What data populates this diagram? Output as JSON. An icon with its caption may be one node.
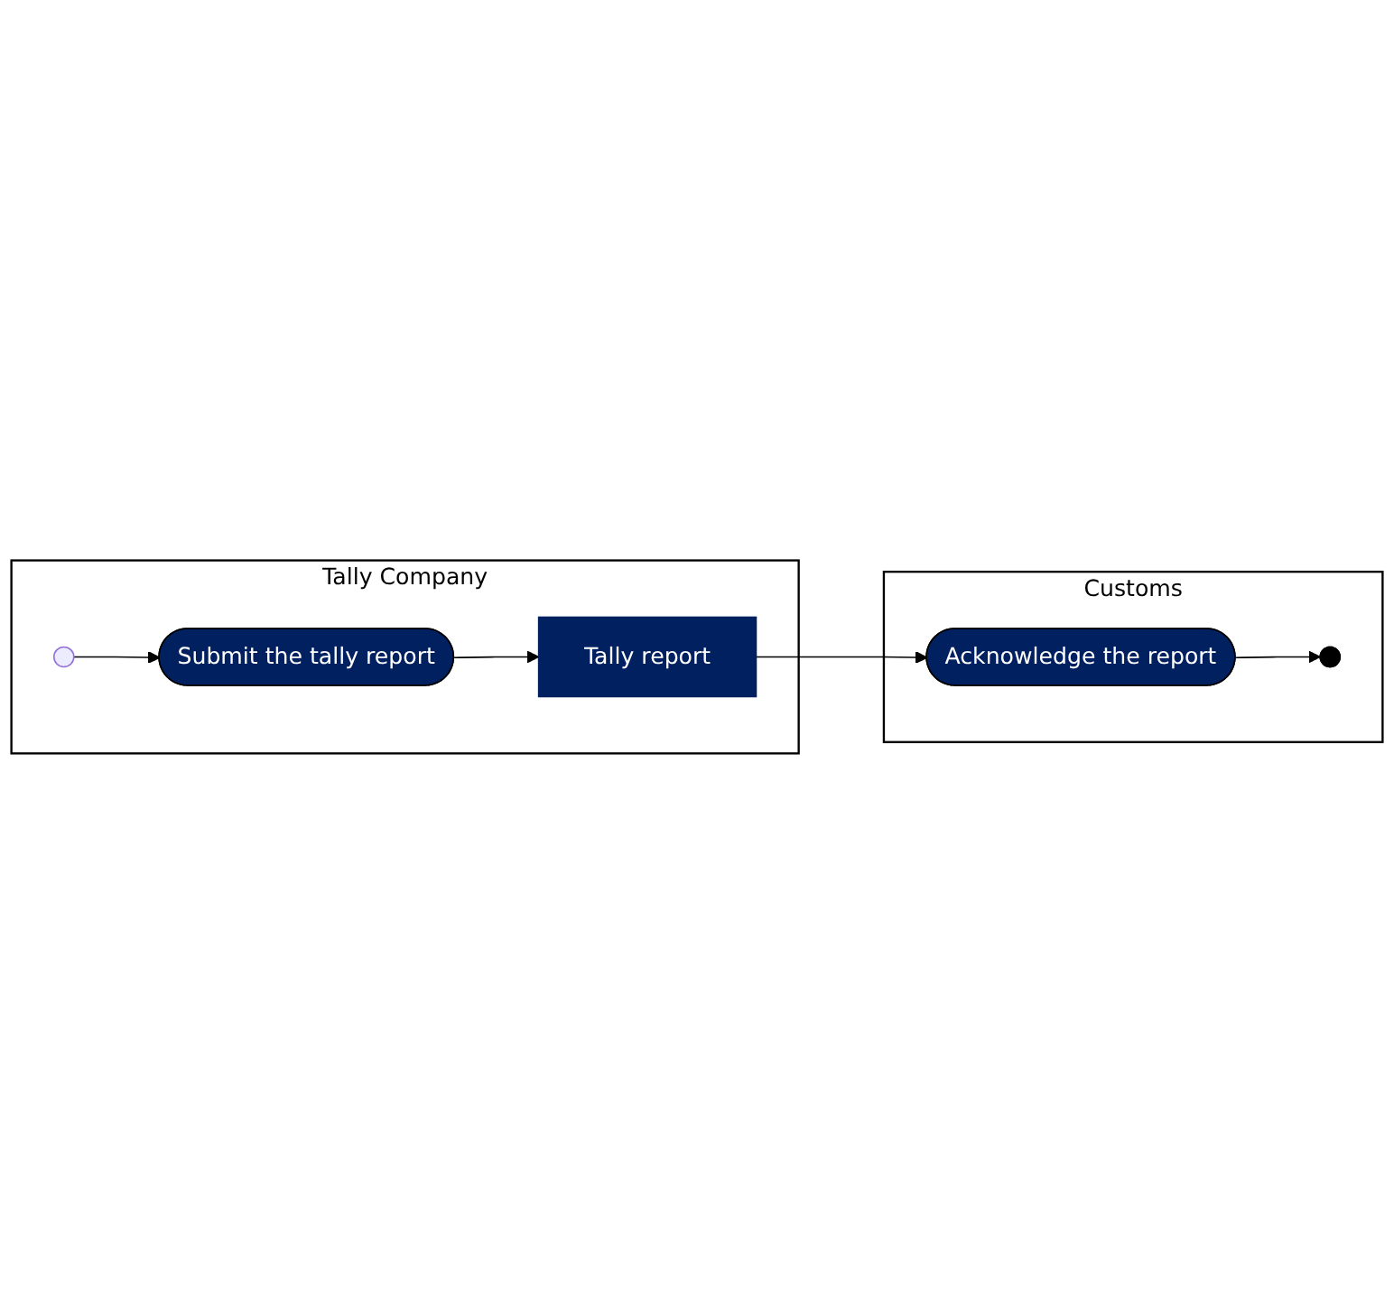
{
  "diagram": {
    "nodes": [
      {
        "text": [
          "Tally Company"
        ]
      },
      {
        "text": [
          "Customs"
        ]
      },
      {
        "text": [],
        "shape": "circle",
        "in": 0
      },
      {
        "text": [
          "Submit the tally report"
        ],
        "in": 0
      },
      {
        "text": [
          "Tally report"
        ],
        "in": 0
      },
      {
        "text": [
          "Acknowledge the report"
        ],
        "in": 1
      },
      {
        "text": [],
        "shape": "circle",
        "in": 1
      }
    ],
    "edges": [
      {
        "from": 2,
        "to": 3,
        "arrow": "to"
      },
      {
        "from": 3,
        "to": 4,
        "arrow": "to"
      },
      {
        "from": 4,
        "to": 5,
        "arrow": "to"
      },
      {
        "from": 5,
        "to": 6,
        "arrow": "to"
      }
    ]
  }
}
